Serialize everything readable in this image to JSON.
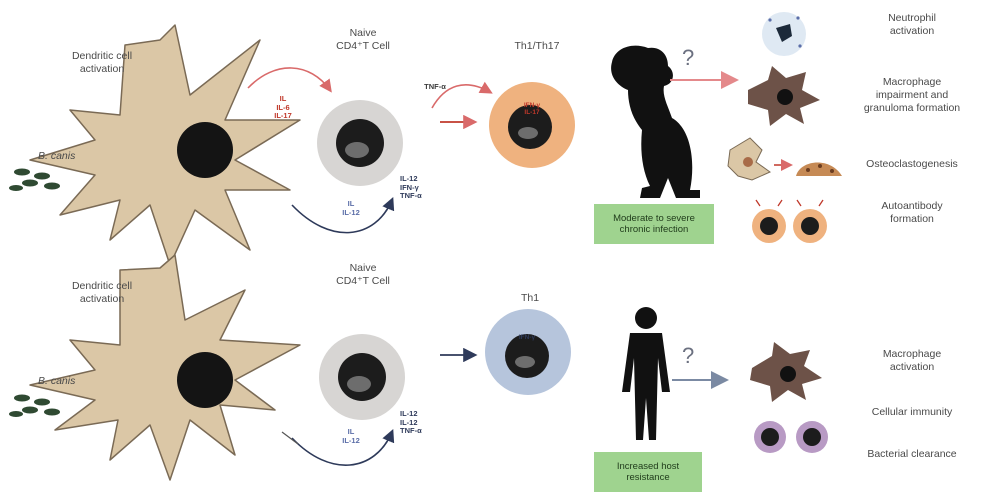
{
  "colors": {
    "dc_fill": "#dbc7a6",
    "dc_stroke": "#7a6a55",
    "nucleus": "#141414",
    "naive_cell": "#d7d5d3",
    "th1th17_cell": "#efb27f",
    "th1_cell": "#b6c5dc",
    "green_box": "#9fd38f",
    "red_cytokine": "#c0392b",
    "blue_cytokine": "#5b6ea8",
    "bacteria": "#2f4a32",
    "macrophage": "#6d5248",
    "pink_arrow": "#e4898b",
    "grey_arrow": "#7b8aa3",
    "purple_cell": "#b89ac4"
  },
  "top": {
    "dc_label": "Dendritic cell\nactivation",
    "pathogen": "B. canis",
    "naive_label": "Naive\nCD4⁺T Cell",
    "cytokines_red": "IL\nIL-6\nIL-17",
    "cytokine_tnf": "TNF-α",
    "cytokines_blue": "IL\nIL-12",
    "cytokines_out": "IL-12\nIFN-γ\nTNF-α",
    "th_label": "Th1/Th17",
    "th_inner": "IFN-γ\nIL-17",
    "question": "?",
    "box_text": "Moderate to severe\nchronic infection",
    "outcomes": [
      "Neutrophil\nactivation",
      "Macrophage\nimpairment and\ngranuloma formation",
      "Osteoclastogenesis",
      "Autoantibody\nformation"
    ]
  },
  "bottom": {
    "dc_label": "Dendritic cell\nactivation",
    "pathogen": "B. canis",
    "naive_label": "Naive\nCD4⁺T Cell",
    "cytokines_blue": "IL\nIL-12",
    "cytokines_out": "IL-12\nIL-12\nTNF-α",
    "th_label": "Th1",
    "th_inner": "IFN-γ",
    "question": "?",
    "box_text": "Increased host\nresistance",
    "outcomes": [
      "Macrophage\nactivation",
      "Cellular immunity",
      "Bacterial clearance"
    ]
  },
  "icons": [
    "dendritic-cell-icon",
    "bacteria-icon",
    "t-cell-icon",
    "dog-silhouette-icon",
    "human-silhouette-icon",
    "neutrophil-icon",
    "macrophage-icon",
    "osteoclast-icon",
    "plasma-cell-icon"
  ]
}
